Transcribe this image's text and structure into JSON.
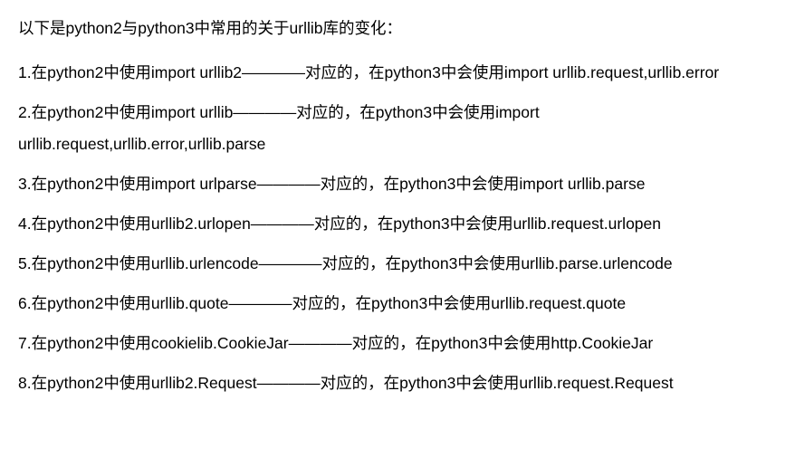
{
  "document": {
    "background_color": "#ffffff",
    "text_color": "#000000",
    "intro": "以下是python2与python3中常用的关于urllib库的变化：",
    "items": [
      {
        "index": "1.",
        "text": "1.在python2中使用import urllib2————对应的，在python3中会使用import urllib.request,urllib.error",
        "python2": "import urllib2",
        "python3": "import urllib.request,urllib.error"
      },
      {
        "index": "2.",
        "text": "2.在python2中使用import urllib————对应的，在python3中会使用import urllib.request,urllib.error,urllib.parse",
        "python2": "import urllib",
        "python3": "import urllib.request,urllib.error,urllib.parse"
      },
      {
        "index": "3.",
        "text": "3.在python2中使用import urlparse————对应的，在python3中会使用import urllib.parse",
        "python2": "import urlparse",
        "python3": "import urllib.parse"
      },
      {
        "index": "4.",
        "text": "4.在python2中使用urllib2.urlopen————对应的，在python3中会使用urllib.request.urlopen",
        "python2": "urllib2.urlopen",
        "python3": "urllib.request.urlopen"
      },
      {
        "index": "5.",
        "text": "5.在python2中使用urllib.urlencode————对应的，在python3中会使用urllib.parse.urlencode",
        "python2": "urllib.urlencode",
        "python3": "urllib.parse.urlencode"
      },
      {
        "index": "6.",
        "text": "6.在python2中使用urllib.quote————对应的，在python3中会使用urllib.request.quote",
        "python2": "urllib.quote",
        "python3": "urllib.request.quote"
      },
      {
        "index": "7.",
        "text": "7.在python2中使用cookielib.CookieJar————对应的，在python3中会使用http.CookieJar",
        "python2": "cookielib.CookieJar",
        "python3": "http.CookieJar"
      },
      {
        "index": "8.",
        "text": "8.在python2中使用urllib2.Request————对应的，在python3中会使用urllib.request.Request",
        "python2": "urllib2.Request",
        "python3": "urllib.request.Request"
      }
    ]
  }
}
